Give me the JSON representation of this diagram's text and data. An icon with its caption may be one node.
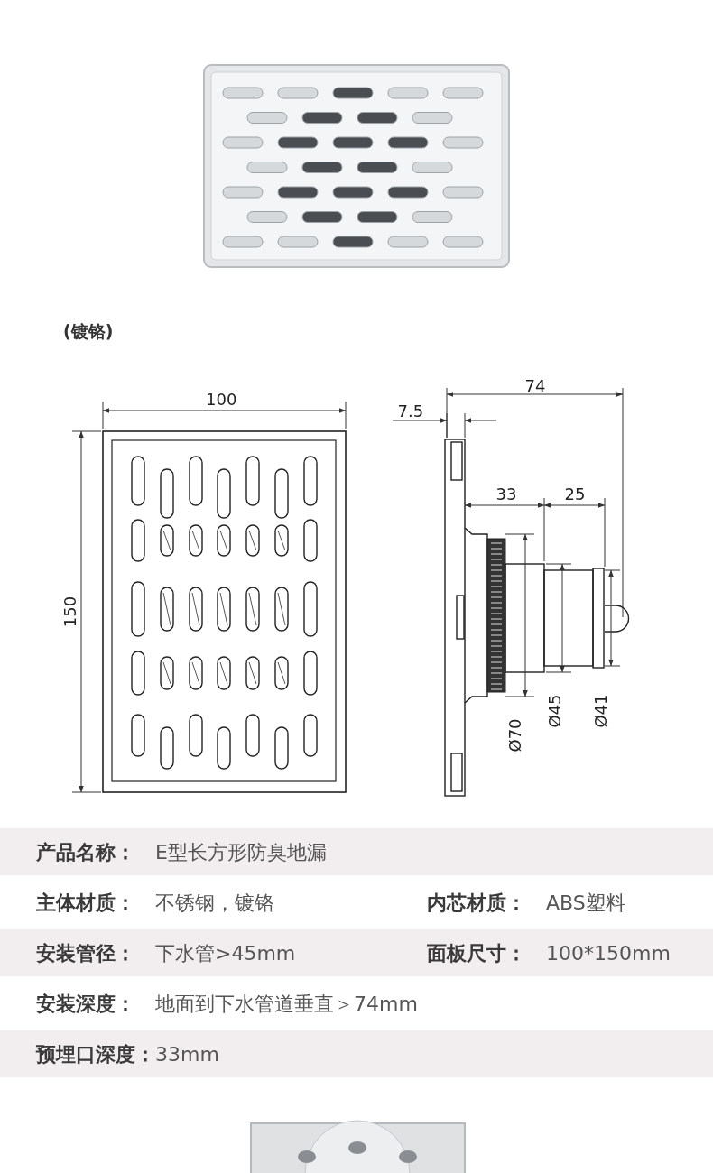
{
  "diagram": {
    "labels": [
      "(镀铬)",
      "100",
      "150",
      "74",
      "7.5",
      "33",
      "25",
      "Ø70",
      "Ø45",
      "Ø41",
      "产品名称：",
      "E型长方形防臭地漏",
      "主体材质：",
      "不锈钢，镀铬",
      "内芯材质：",
      "ABS塑料",
      "安装管径：",
      "下水管>45mm",
      "面板尺寸：",
      "100*150mm",
      "安装深度：",
      "地面到下水管道垂直＞74mm",
      "预埋口深度：",
      "33mm"
    ]
  }
}
